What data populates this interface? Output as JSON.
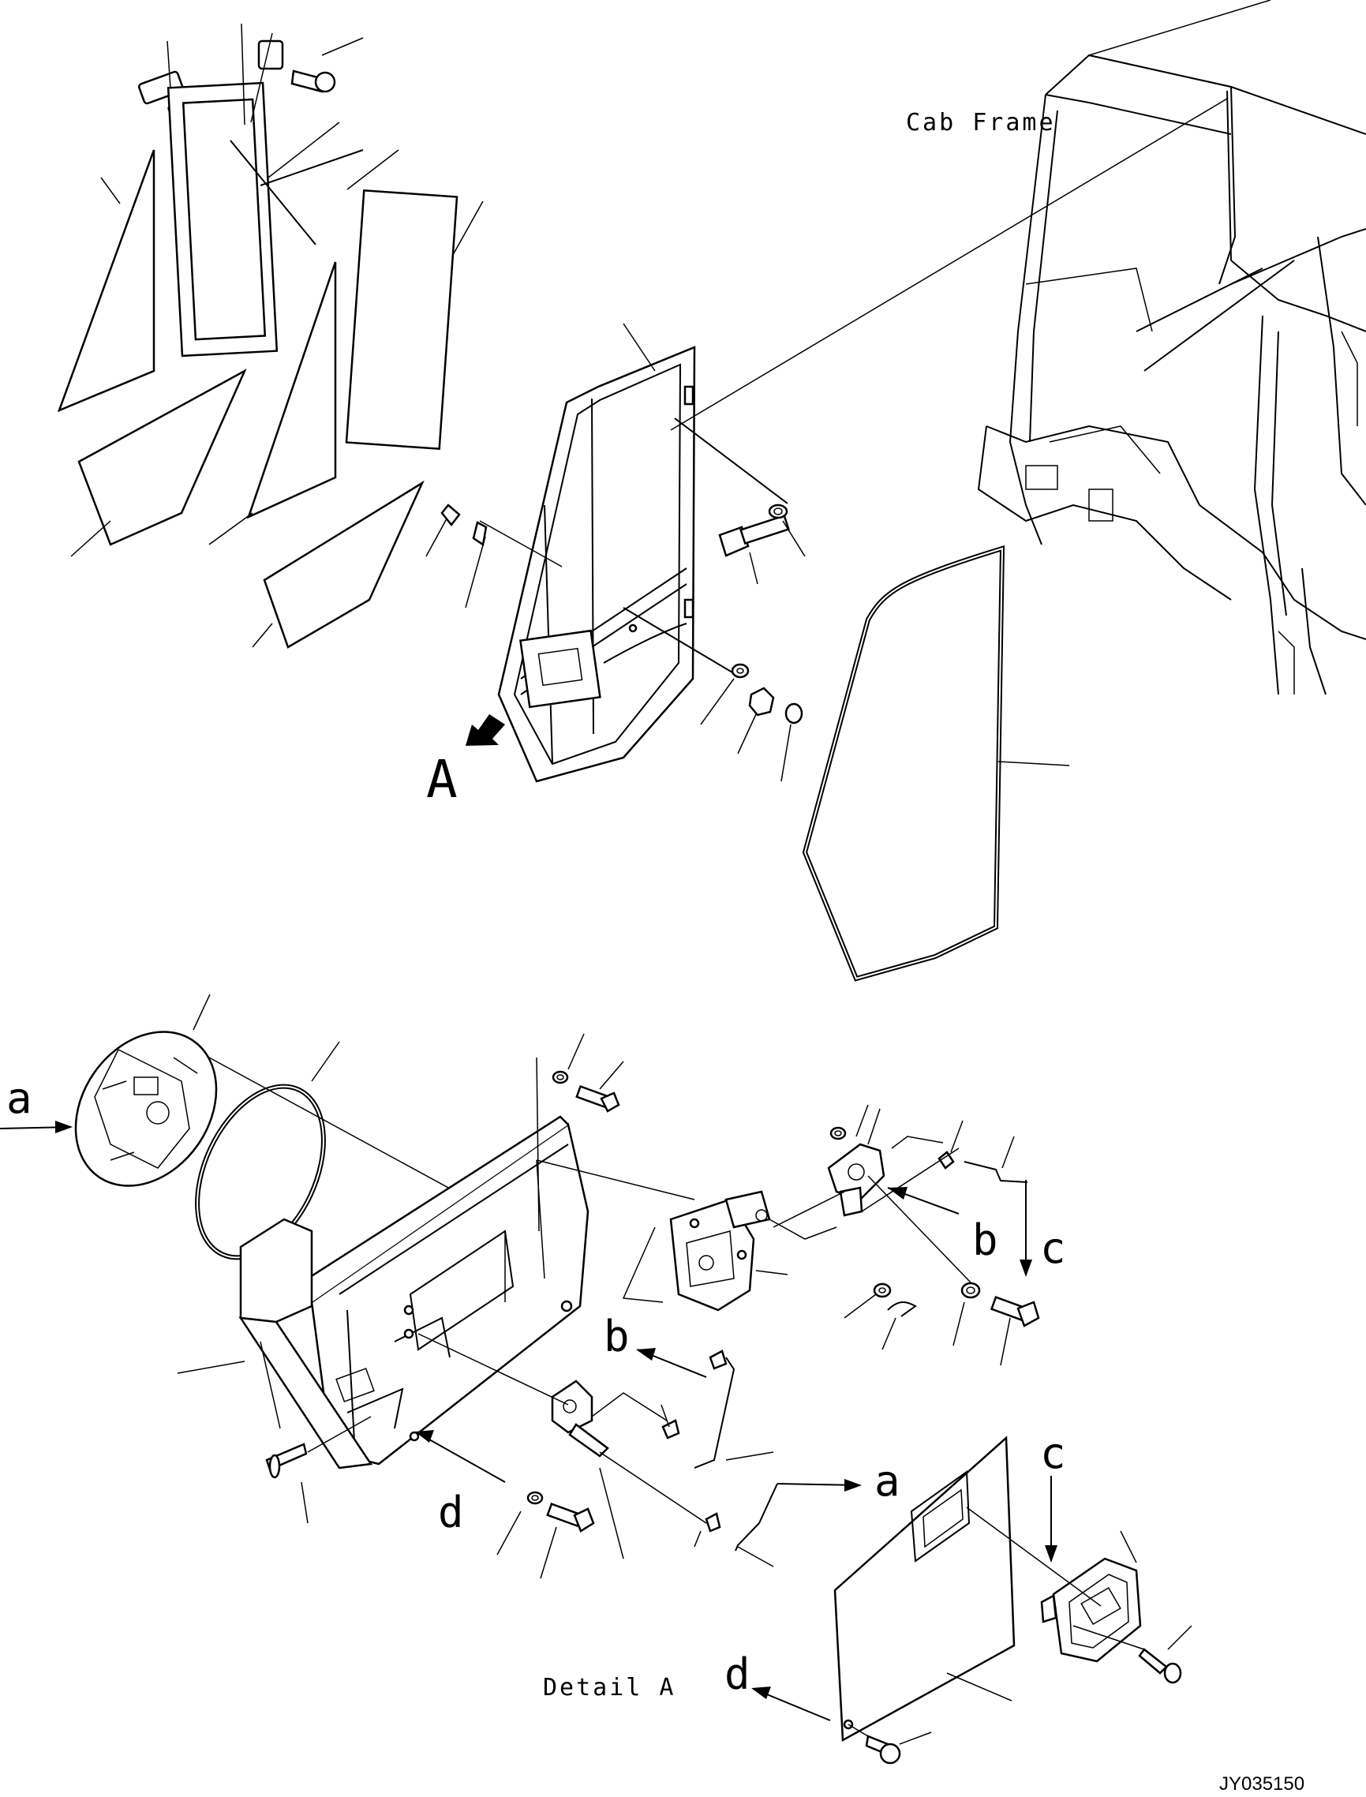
{
  "labels": {
    "cab_frame": "Cab Frame",
    "view_a": "A",
    "detail_a": "Detail A",
    "drawing_number": "JY035150",
    "ref_a": "a",
    "ref_b": "b",
    "ref_c": "c",
    "ref_d": "d"
  },
  "colors": {
    "line": "#000000",
    "background": "#ffffff"
  }
}
